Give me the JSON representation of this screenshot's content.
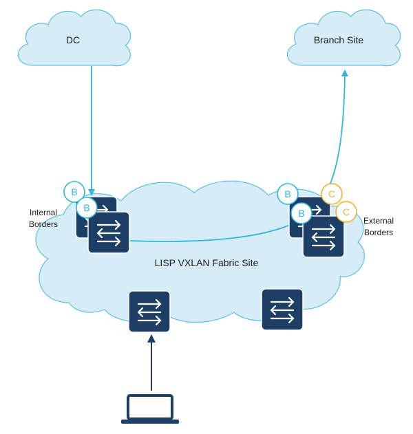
{
  "clouds": {
    "dc": "DC",
    "branch": "Branch Site",
    "fabric": "LISP VXLAN Fabric Site"
  },
  "labels": {
    "internal_line1": "Internal",
    "internal_line2": "Borders",
    "external_line1": "External",
    "external_line2": "Borders"
  },
  "badges": {
    "border": "B",
    "control": "C"
  },
  "colors": {
    "cloud_fill": "#d6edf8",
    "cloud_stroke": "#5bc0e0",
    "switch": "#1d3f66",
    "flow_line": "#2cb5dd",
    "border_badge": "#2cb5dd",
    "control_badge": "#f0b032",
    "laptop": "#1d3f66"
  }
}
